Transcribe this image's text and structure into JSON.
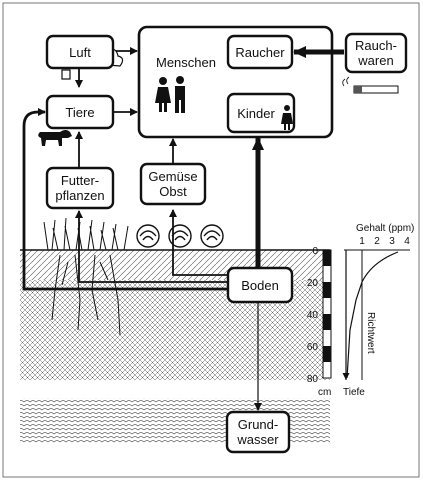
{
  "nodes": {
    "luft": "Luft",
    "menschen": "Menschen",
    "raucher": "Raucher",
    "rauchwaren_1": "Rauch-",
    "rauchwaren_2": "waren",
    "tiere": "Tiere",
    "kinder": "Kinder",
    "futter_1": "Futter-",
    "futter_2": "pflanzen",
    "gemuese_1": "Gemüse",
    "gemuese_2": "Obst",
    "boden": "Boden",
    "grund_1": "Grund-",
    "grund_2": "wasser"
  },
  "depth_scale": {
    "ticks": [
      "0",
      "20",
      "40",
      "60",
      "80"
    ],
    "unit": "cm"
  },
  "profile_chart": {
    "title": "Gehalt (ppm)",
    "x_ticks": [
      "1",
      "2",
      "3",
      "4"
    ],
    "y_label": "Tiefe",
    "line_label": "Richtwert"
  },
  "colors": {
    "ink": "#111111",
    "paper": "#ffffff"
  }
}
